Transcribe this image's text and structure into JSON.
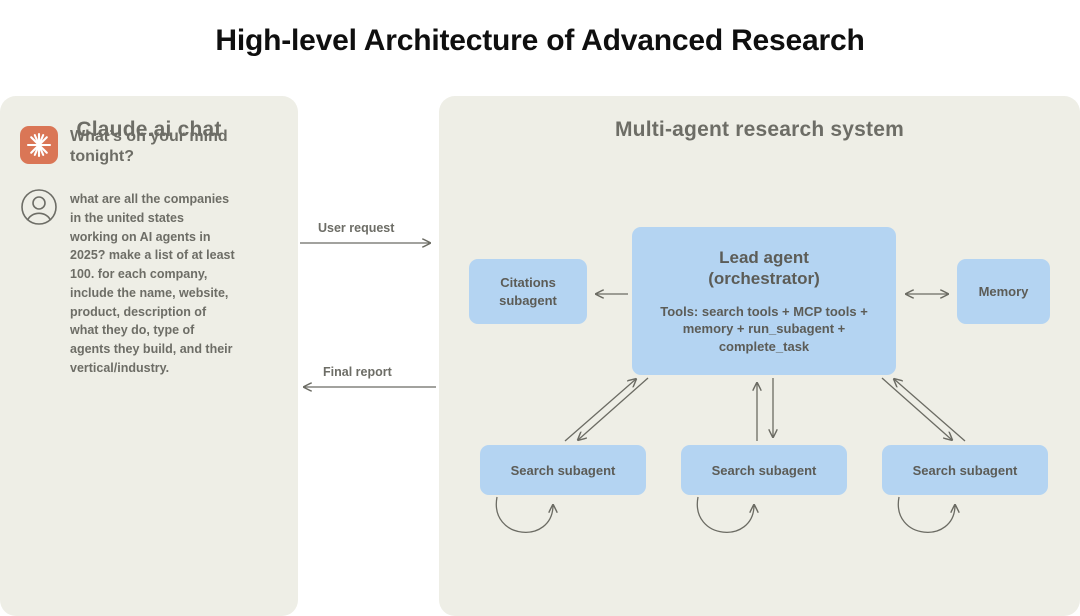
{
  "title": "High-level Architecture of Advanced Research",
  "colors": {
    "page_background": "#ffffff",
    "panel_background": "#eeeee6",
    "node_blue": "#b4d4f2",
    "text_muted": "#6d6d66",
    "node_text": "#5c5c57",
    "claude_orange": "#da7656",
    "connector_stroke": "#6b6b63",
    "title_text": "#0f0f0f"
  },
  "left_panel": {
    "heading": "Claude.ai chat",
    "assistant_message": {
      "icon": "claude-starburst-icon",
      "text": "What’s on your mind tonight?"
    },
    "user_message": {
      "icon": "user-avatar-icon",
      "text": "what are all the companies in the united states working on AI agents in 2025? make a list of at least 100. for each company, include the name, website, product, description of what they do, type of agents they build, and their vertical/industry."
    }
  },
  "right_panel": {
    "heading": "Multi-agent research system",
    "lead_agent": {
      "title": "Lead agent\n(orchestrator)",
      "title_line_1": "Lead agent",
      "title_line_2": "(orchestrator)",
      "tools": "Tools: search tools + MCP tools + memory + run_subagent + complete_task"
    },
    "citations_subagent": {
      "label": "Citations subagent",
      "label_line_1": "Citations",
      "label_line_2": "subagent"
    },
    "memory": {
      "label": "Memory"
    },
    "search_subagents": [
      {
        "label": "Search subagent"
      },
      {
        "label": "Search subagent"
      },
      {
        "label": "Search subagent"
      }
    ]
  },
  "edges": [
    {
      "name": "user-request",
      "label": "User request",
      "direction": "left-to-right",
      "from": "Claude.ai chat",
      "to": "Multi-agent research system"
    },
    {
      "name": "final-report",
      "label": "Final report",
      "direction": "right-to-left",
      "from": "Multi-agent research system",
      "to": "Claude.ai chat"
    },
    {
      "name": "lead-to-citations",
      "label": "",
      "direction": "right-to-left",
      "from": "Lead agent (orchestrator)",
      "to": "Citations subagent"
    },
    {
      "name": "lead-to-memory",
      "label": "",
      "direction": "bidirectional",
      "from": "Lead agent (orchestrator)",
      "to": "Memory"
    },
    {
      "name": "lead-to-search-1",
      "label": "",
      "direction": "bidirectional",
      "from": "Lead agent (orchestrator)",
      "to": "Search subagent"
    },
    {
      "name": "lead-to-search-2",
      "label": "",
      "direction": "bidirectional",
      "from": "Lead agent (orchestrator)",
      "to": "Search subagent"
    },
    {
      "name": "lead-to-search-3",
      "label": "",
      "direction": "bidirectional",
      "from": "Lead agent (orchestrator)",
      "to": "Search subagent"
    },
    {
      "name": "search-1-self-loop",
      "label": "",
      "direction": "self-loop",
      "from": "Search subagent",
      "to": "Search subagent"
    },
    {
      "name": "search-2-self-loop",
      "label": "",
      "direction": "self-loop",
      "from": "Search subagent",
      "to": "Search subagent"
    },
    {
      "name": "search-3-self-loop",
      "label": "",
      "direction": "self-loop",
      "from": "Search subagent",
      "to": "Search subagent"
    }
  ]
}
